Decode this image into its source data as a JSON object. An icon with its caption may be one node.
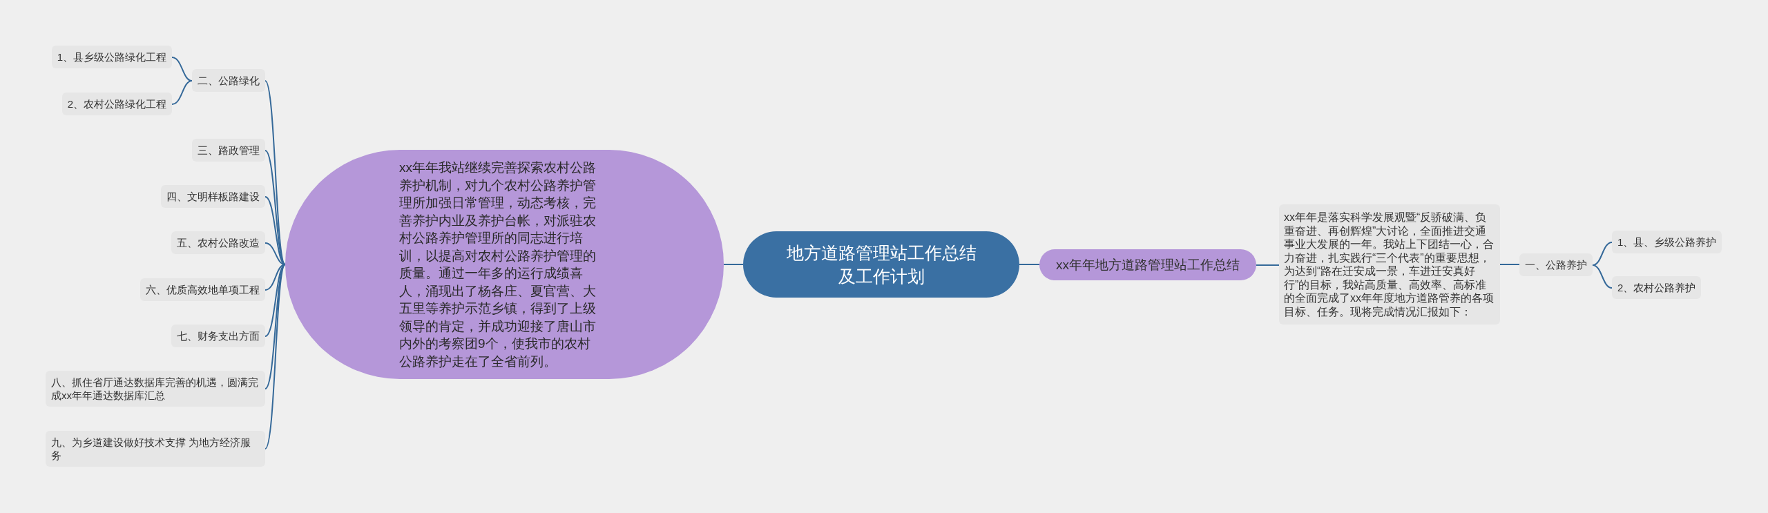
{
  "diagram": {
    "nodes": [
      {
        "text": [
          "地方道路管理站工作总结及工作计划"
        ]
      },
      {
        "text": [
          "xx年年我站继续完善探索农村公路养护机制，对九个农村公路养护管理所加强日常管理，动态考核，完善养护内业及养护台帐，对派驻农村公路养护管理所的同志进行培训，以提高对农村公路养护管理的质量。通过一年多的运行成绩喜人，涌现出了杨各庄、夏官营、大五里等养护示范乡镇，得到了上级领导的肯定，并成功迎接了唐山市内外的考察团9个，使我市的农村公路养护走在了全省前列。"
        ]
      },
      {
        "text": [
          "二、公路绿化"
        ]
      },
      {
        "text": [
          "1、县乡级公路绿化工程"
        ]
      },
      {
        "text": [
          "2、农村公路绿化工程"
        ]
      },
      {
        "text": [
          "三、路政管理"
        ]
      },
      {
        "text": [
          "四、文明样板路建设"
        ]
      },
      {
        "text": [
          "五、农村公路改造"
        ]
      },
      {
        "text": [
          "六、优质高效地单项工程"
        ]
      },
      {
        "text": [
          "七、财务支出方面"
        ]
      },
      {
        "text": [
          "八、抓住省厅通达数据库完善的机遇，圆满完成xx年年通达数据库汇总"
        ]
      },
      {
        "text": [
          "九、为乡道建设做好技术支撑 为地方经济服务"
        ]
      },
      {
        "text": [
          "xx年年地方道路管理站工作总结"
        ]
      },
      {
        "text": [
          "xx年年是落实科学发展观暨“反骄破满、负重奋进、再创辉煌”大讨论，全面推进交通事业大发展的一年。我站上下团结一心，合力奋进，扎实践行“三个代表”的重要思想，为达到“路在迁安成一景，车进迁安真好行”的目标，我站高质量、高效率、高标准的全面完成了xx年年度地方道路管养的各项目标、任务。现将完成情况汇报如下："
        ]
      },
      {
        "text": [
          "一、公路养护"
        ]
      },
      {
        "text": [
          "1、县、乡级公路养护"
        ]
      },
      {
        "text": [
          "2、农村公路养护"
        ]
      }
    ],
    "edges": [
      {
        "from": 0,
        "to": 1,
        "arrow": "none"
      },
      {
        "from": 1,
        "to": 2,
        "arrow": "none"
      },
      {
        "from": 2,
        "to": 3,
        "arrow": "none"
      },
      {
        "from": 2,
        "to": 4,
        "arrow": "none"
      },
      {
        "from": 1,
        "to": 5,
        "arrow": "none"
      },
      {
        "from": 1,
        "to": 6,
        "arrow": "none"
      },
      {
        "from": 1,
        "to": 7,
        "arrow": "none"
      },
      {
        "from": 1,
        "to": 8,
        "arrow": "none"
      },
      {
        "from": 1,
        "to": 9,
        "arrow": "none"
      },
      {
        "from": 1,
        "to": 10,
        "arrow": "none"
      },
      {
        "from": 1,
        "to": 11,
        "arrow": "none"
      },
      {
        "from": 0,
        "to": 12,
        "arrow": "none"
      },
      {
        "from": 12,
        "to": 13,
        "arrow": "none"
      },
      {
        "from": 13,
        "to": 14,
        "arrow": "none"
      },
      {
        "from": 14,
        "to": 15,
        "arrow": "none"
      },
      {
        "from": 14,
        "to": 16,
        "arrow": "none"
      }
    ]
  }
}
